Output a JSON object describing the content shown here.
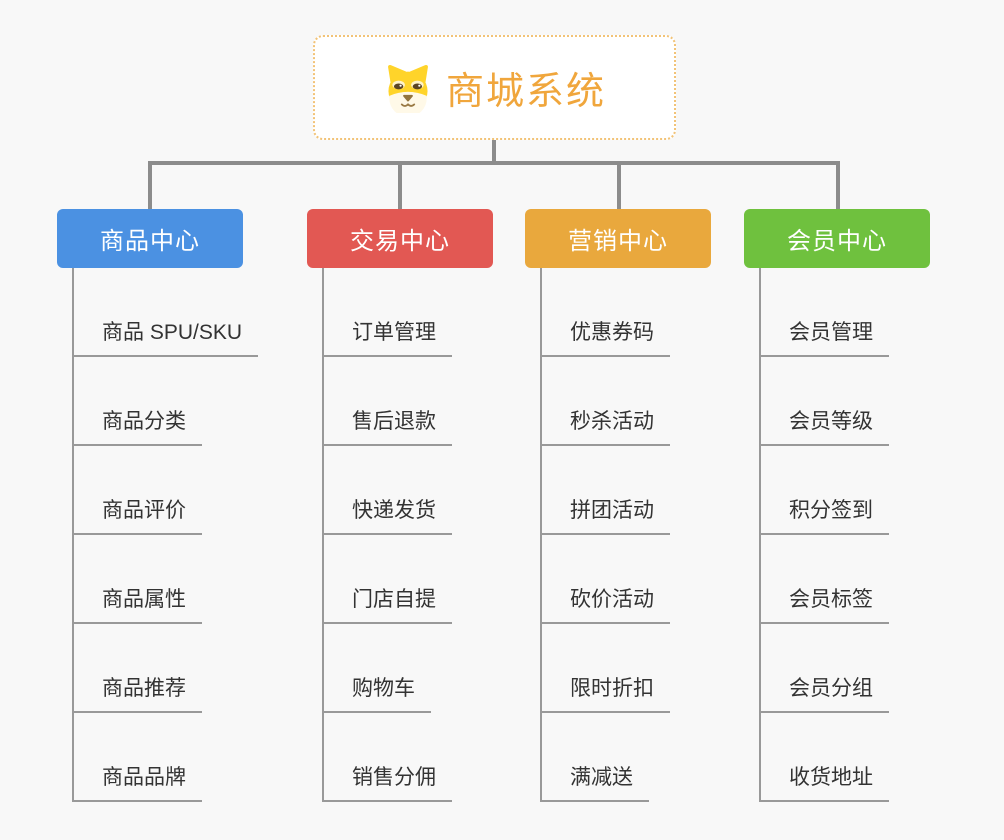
{
  "root": {
    "title": "商城系统",
    "icon": "dog-face-icon",
    "border_color": "#F2C377",
    "title_color": "#F0A63C"
  },
  "branches": [
    {
      "label": "商品中心",
      "color": "#4B91E2",
      "items": [
        "商品 SPU/SKU",
        "商品分类",
        "商品评价",
        "商品属性",
        "商品推荐",
        "商品品牌"
      ]
    },
    {
      "label": "交易中心",
      "color": "#E25853",
      "items": [
        "订单管理",
        "售后退款",
        "快递发货",
        "门店自提",
        "购物车",
        "销售分佣"
      ]
    },
    {
      "label": "营销中心",
      "color": "#E9A83D",
      "items": [
        "优惠券码",
        "秒杀活动",
        "拼团活动",
        "砍价活动",
        "限时折扣",
        "满减送"
      ]
    },
    {
      "label": "会员中心",
      "color": "#6FC13E",
      "items": [
        "会员管理",
        "会员等级",
        "积分签到",
        "会员标签",
        "会员分组",
        "收货地址"
      ]
    }
  ],
  "colors": {
    "connector": "#8C8C8C",
    "leaf_line": "#999999",
    "leaf_text": "#333333",
    "background": "#F8F8F8"
  }
}
